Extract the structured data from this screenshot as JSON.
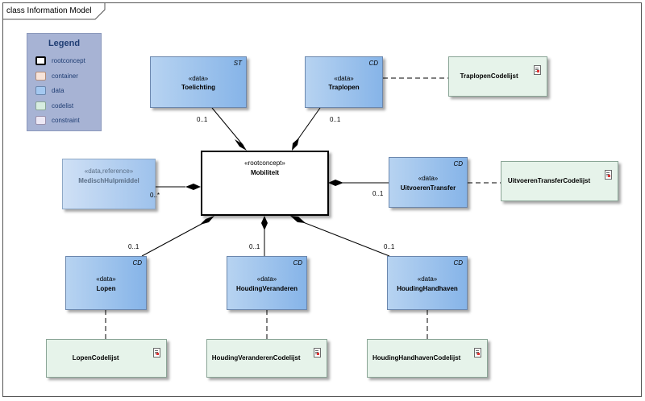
{
  "frame": {
    "title": "class Information Model"
  },
  "legend": {
    "title": "Legend",
    "items": [
      {
        "label": "rootconcept",
        "color": "#ffffff",
        "border": "#000000"
      },
      {
        "label": "container",
        "color": "#f7e3d9",
        "border": "#b38d7a"
      },
      {
        "label": "data",
        "color": "#a4c8f0",
        "border": "#6b87ad"
      },
      {
        "label": "codelist",
        "color": "#d7ede0",
        "border": "#8aa596"
      },
      {
        "label": "constraint",
        "color": "#ece8f5",
        "border": "#9a92ad"
      }
    ]
  },
  "root": {
    "stereotype": "«rootconcept»",
    "name": "Mobiliteit"
  },
  "classes": {
    "toelichting": {
      "stereotype": "«data»",
      "name": "Toelichting",
      "tag": "ST"
    },
    "traplopen": {
      "stereotype": "«data»",
      "name": "Traplopen",
      "tag": "CD"
    },
    "medisch": {
      "stereotype": "«data,reference»",
      "name": "MedischHulpmiddel"
    },
    "uitvoeren": {
      "stereotype": "«data»",
      "name": "UitvoerenTransfer",
      "tag": "CD"
    },
    "lopen": {
      "stereotype": "«data»",
      "name": "Lopen",
      "tag": "CD"
    },
    "houdingVeranderen": {
      "stereotype": "«data»",
      "name": "HoudingVeranderen",
      "tag": "CD"
    },
    "houdingHandhaven": {
      "stereotype": "«data»",
      "name": "HoudingHandhaven",
      "tag": "CD"
    }
  },
  "codelists": {
    "traplopen": "TraplopenCodelijst",
    "uitvoeren": "UitvoerenTransferCodelijst",
    "lopen": "LopenCodelijst",
    "houdingVeranderen": "HoudingVeranderenCodelijst",
    "houdingHandhaven": "HoudingHandhavenCodelijst"
  },
  "multiplicities": {
    "toelichting": "0..1",
    "traplopen": "0..1",
    "medisch": "0..*",
    "uitvoeren": "0..1",
    "lopen": "0..1",
    "houdingVeranderen": "0..1",
    "houdingHandhaven": "0..1"
  }
}
